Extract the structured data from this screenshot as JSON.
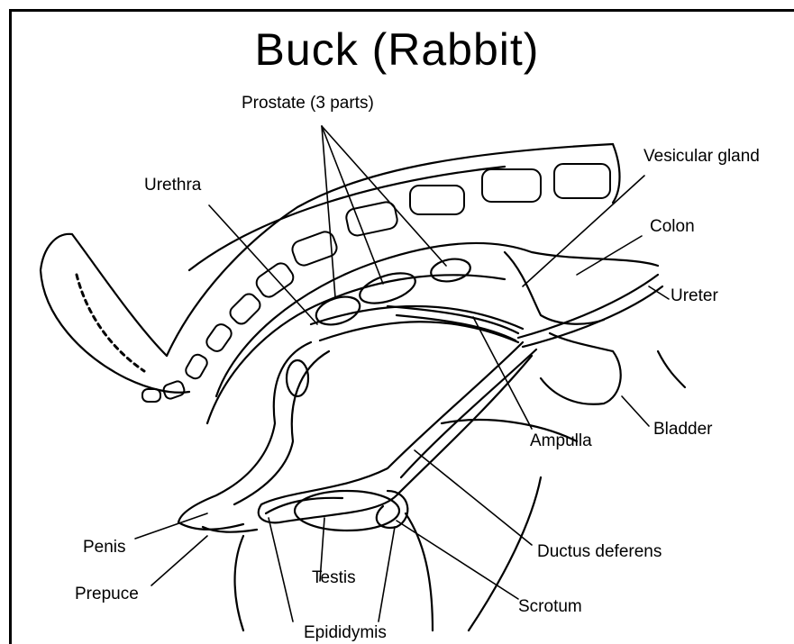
{
  "title": "Buck (Rabbit)",
  "labels": {
    "prostate": "Prostate (3 parts)",
    "urethra": "Urethra",
    "vesicular_gland": "Vesicular gland",
    "colon": "Colon",
    "ureter": "Ureter",
    "ampulla": "Ampulla",
    "bladder": "Bladder",
    "ductus_deferens": "Ductus deferens",
    "scrotum": "Scrotum",
    "epididymis": "Epididymis",
    "testis": "Testis",
    "penis": "Penis",
    "prepuce": "Prepuce"
  }
}
